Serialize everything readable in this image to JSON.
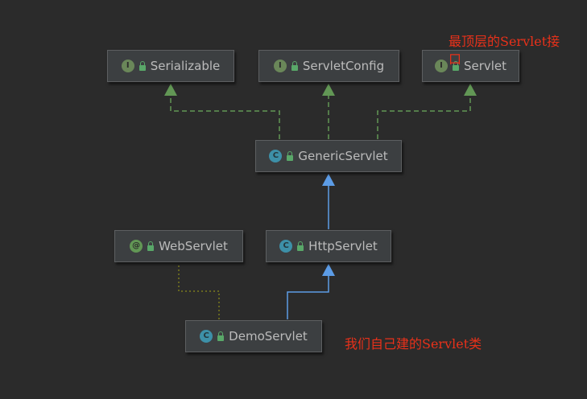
{
  "nodes": {
    "serializable": {
      "label": "Serializable",
      "kind": "interface",
      "icon": "I"
    },
    "servletconfig": {
      "label": "ServletConfig",
      "kind": "interface",
      "icon": "I"
    },
    "servlet": {
      "label": "Servlet",
      "kind": "interface",
      "icon": "I"
    },
    "genericservlet": {
      "label": "GenericServlet",
      "kind": "abstract-class",
      "icon": "C"
    },
    "webservlet": {
      "label": "WebServlet",
      "kind": "annotation",
      "icon": "@"
    },
    "httpservlet": {
      "label": "HttpServlet",
      "kind": "abstract-class",
      "icon": "C"
    },
    "demoservlet": {
      "label": "DemoServlet",
      "kind": "class",
      "icon": "C"
    }
  },
  "annotations": {
    "top_interface_line1": "最顶层的Servlet接",
    "top_interface_line2": "口",
    "own_class": "我们自己建的Servlet类"
  },
  "colors": {
    "background": "#2b2b2b",
    "node_fill": "#3c3f41",
    "implements_edge": "#629755",
    "extends_edge": "#5c9ce6",
    "annotated_edge": "#7a7a1e",
    "note_text": "#e8311a"
  }
}
